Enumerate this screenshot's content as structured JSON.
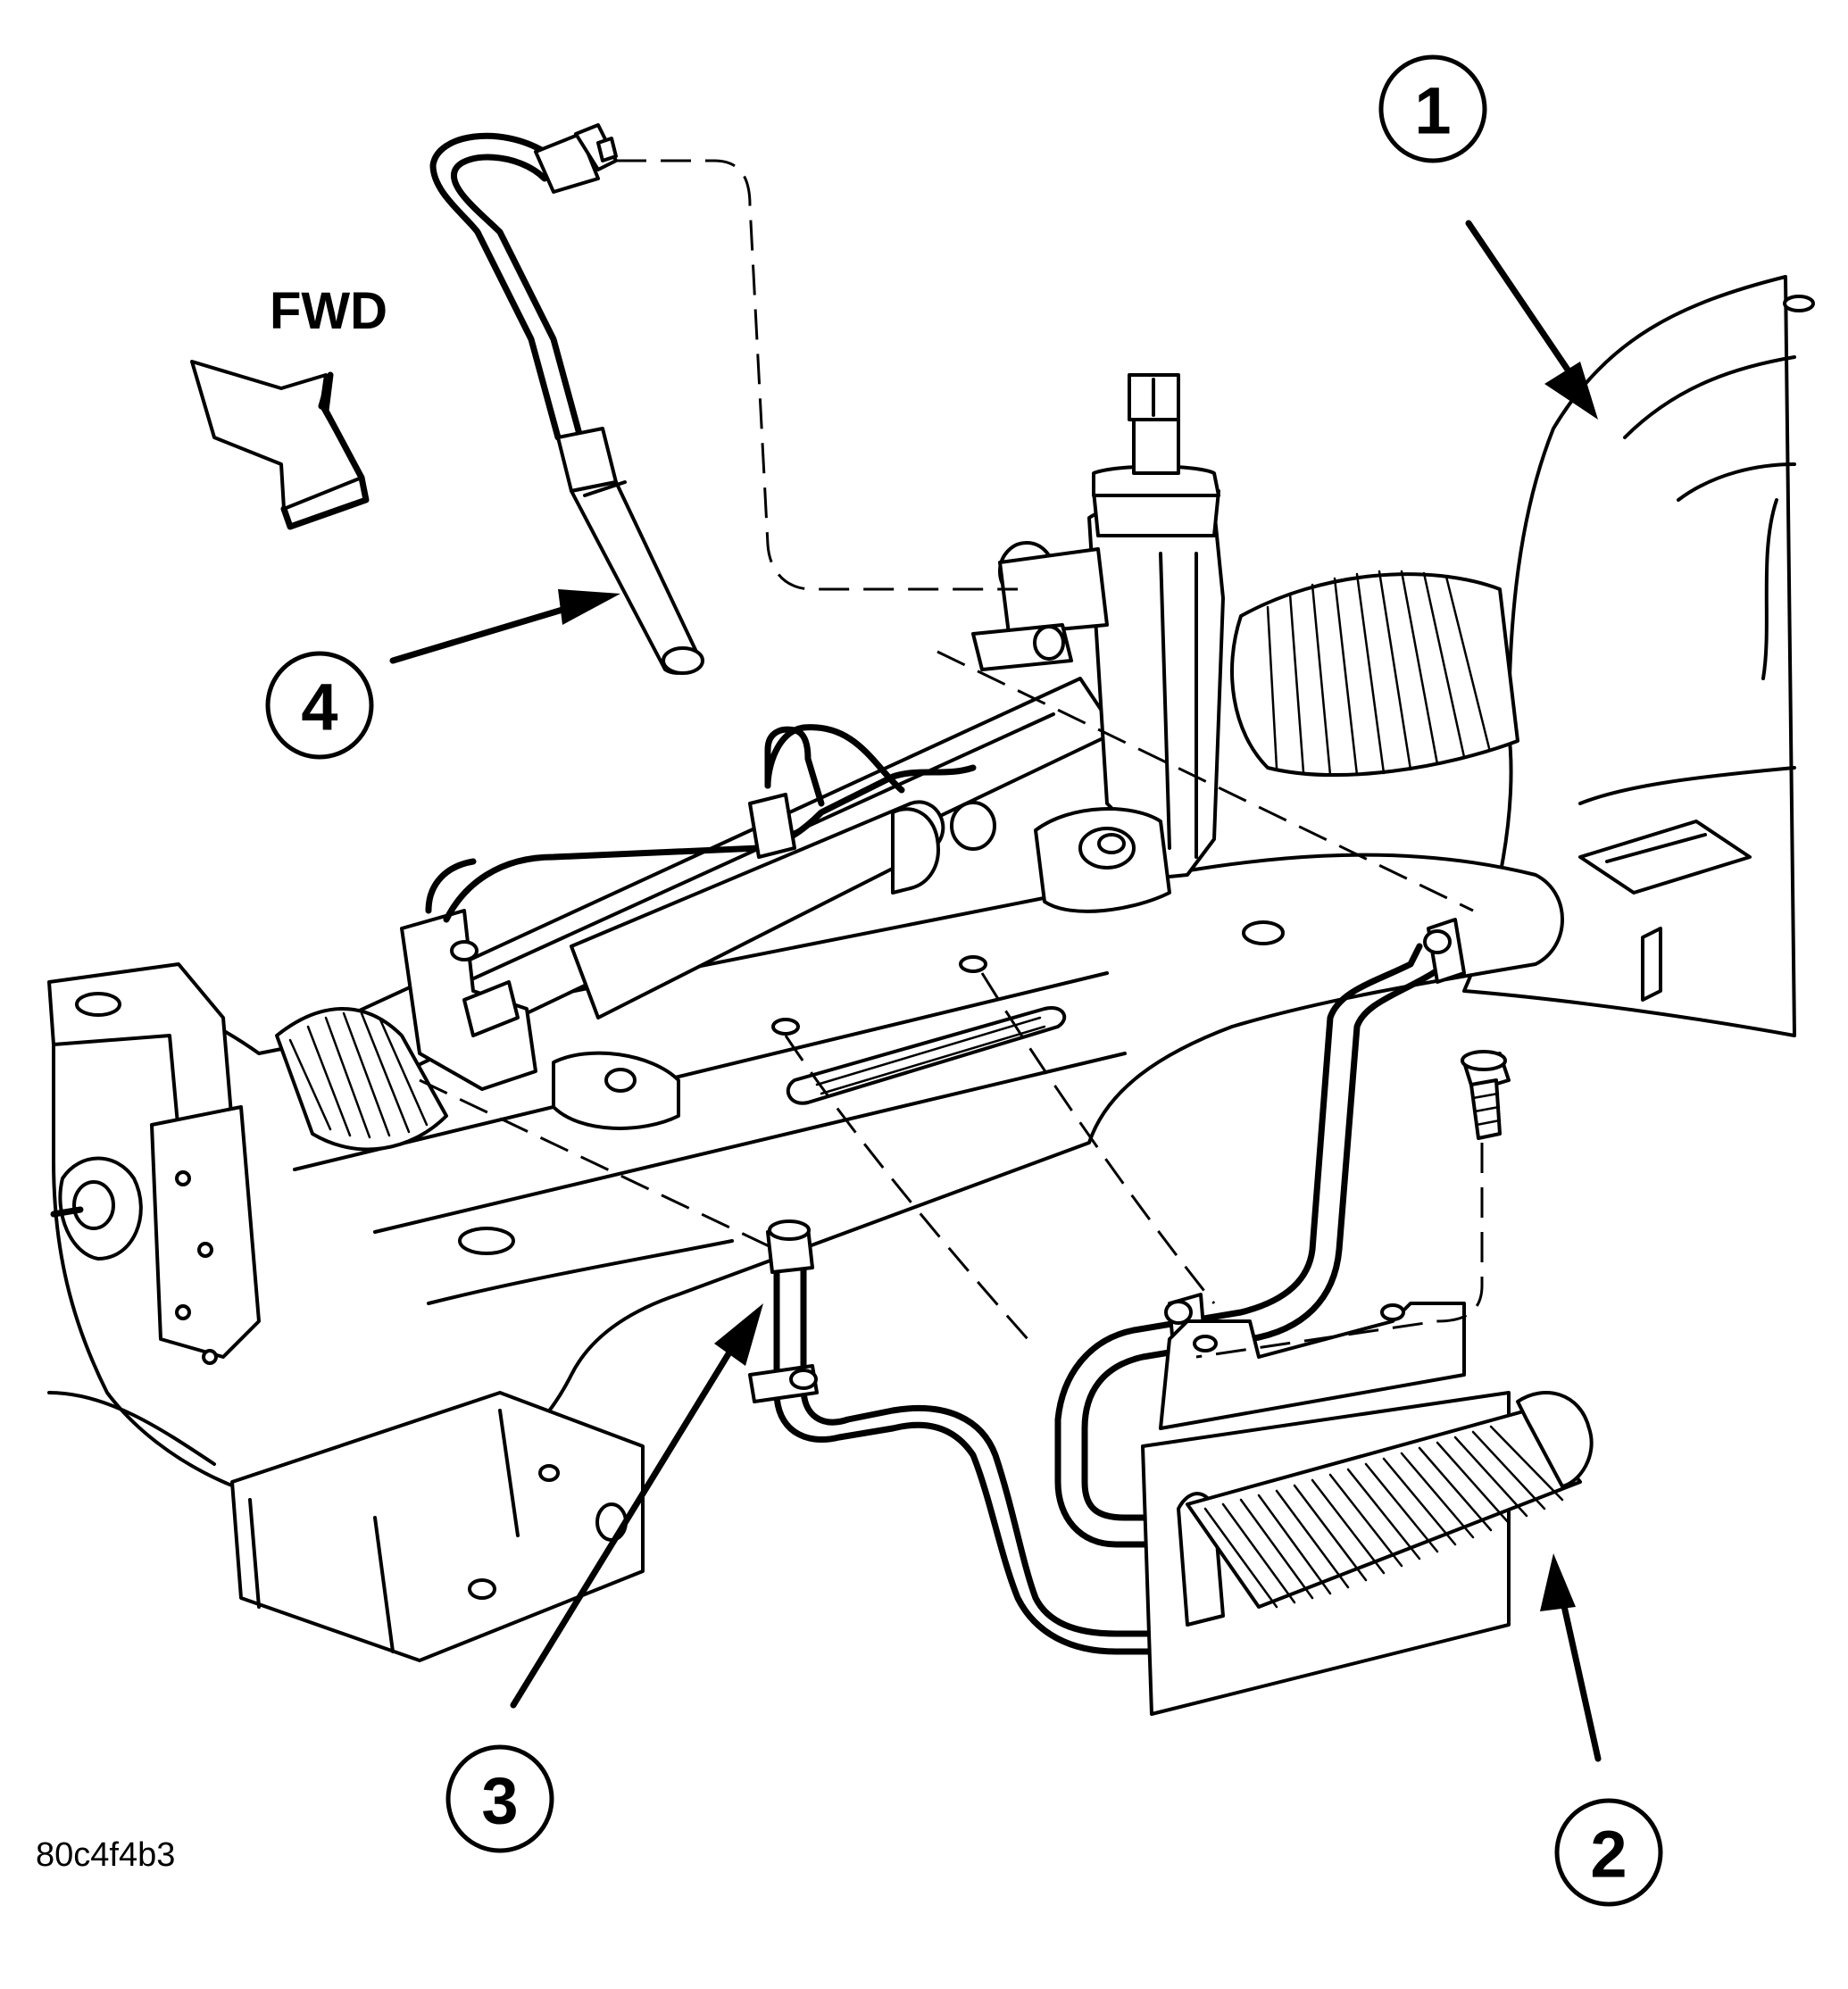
{
  "direction_label": "FWD",
  "callouts": [
    {
      "id": "1",
      "label": "1"
    },
    {
      "id": "2",
      "label": "2"
    },
    {
      "id": "3",
      "label": "3"
    },
    {
      "id": "4",
      "label": "4"
    }
  ],
  "figure_code": "80c4f4b3"
}
